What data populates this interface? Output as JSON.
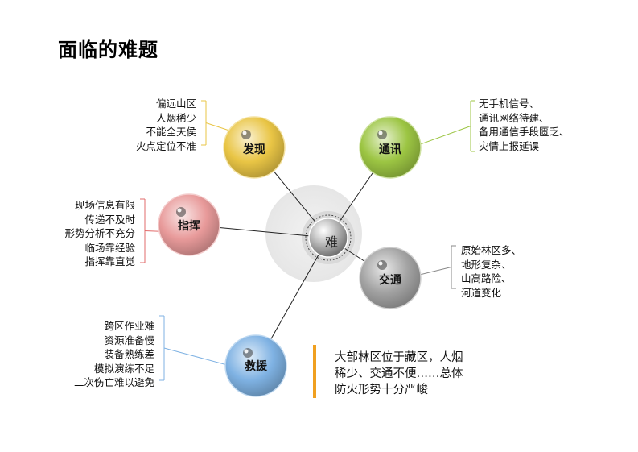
{
  "title": "面临的难题",
  "center": {
    "label": "难"
  },
  "nodes": [
    {
      "id": "faxian",
      "label": "发现",
      "color": "#e9c545",
      "notes": "偏远山区\n人烟稀少\n不能全天侯\n火点定位不准",
      "bracket_color": "#e9c545"
    },
    {
      "id": "tongxun",
      "label": "通讯",
      "color": "#9cc543",
      "notes": "无手机信号、\n通讯网络待建、\n备用通信手段匮乏、\n灾情上报延误",
      "bracket_color": "#9cc543"
    },
    {
      "id": "zhihui",
      "label": "指挥",
      "color": "#e89a9a",
      "notes": "现场信息有限\n传递不及时\n形势分析不充分\n临场靠经验\n指挥靠直觉",
      "bracket_color": "#e26b6b"
    },
    {
      "id": "jiaotong",
      "label": "交通",
      "color": "#a3a3a3",
      "notes": "原始林区多、\n地形复杂、\n山高路险、\n河道变化",
      "bracket_color": "#888888"
    },
    {
      "id": "jiuyuan",
      "label": "救援",
      "color": "#7fb2e3",
      "notes": "跨区作业难\n资源准备慢\n装备熟练差\n模拟演练不足\n二次伤亡难以避免",
      "bracket_color": "#7fb2e3"
    }
  ],
  "summary": "大部林区位于藏区，人烟\n稀少、交通不便……总体\n防火形势十分严峻",
  "summary_bar_color": "#f0a020"
}
